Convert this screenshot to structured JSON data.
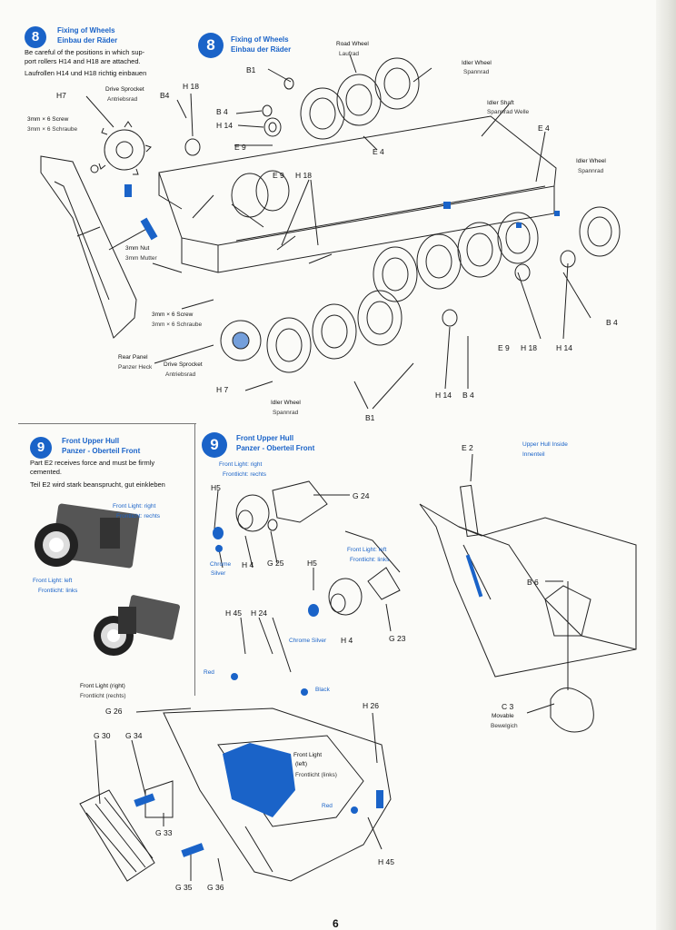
{
  "step8": {
    "number": "8",
    "title_en": "Fixing of Wheels",
    "title_de": "Einbau der Räder",
    "instr_en_1": "Be careful of the positions in which sup-",
    "instr_en_2": "port rollers H14 and H18 are attached.",
    "instr_de": "Laufrollen H14 und H18 richtig einbauen",
    "diagram_badge": "8",
    "diagram_title_en": "Fixing of Wheels",
    "diagram_title_de": "Einbau der Räder",
    "labels": {
      "road_wheel_en": "Road Wheel",
      "road_wheel_de": "Laufrad",
      "idler_wheel_en_top": "Idler Wheel",
      "idler_wheel_de_top": "Spannrad",
      "idler_shaft_en": "Idler Shaft",
      "idler_shaft_de": "Spannrad Welle",
      "idler_wheel_en_right": "Idler Wheel",
      "idler_wheel_de_right": "Spannrad",
      "drive_sprocket_en_top": "Drive Sprocket",
      "drive_sprocket_de_top": "Antriebsrad",
      "screw_en_top": "3mm × 6 Screw",
      "screw_de_top": "3mm × 6 Schraube",
      "nut_en": "3mm Nut",
      "nut_de": "3mm Mutter",
      "screw_en_bottom": "3mm × 6 Screw",
      "screw_de_bottom": "3mm × 6 Schraube",
      "rear_panel_en": "Rear Panel",
      "rear_panel_de": "Panzer Heck",
      "drive_sprocket_en_bottom": "Drive Sprocket",
      "drive_sprocket_de_bottom": "Antriebsrad",
      "idler_wheel_en_bottom": "Idler Wheel",
      "idler_wheel_de_bottom": "Spannrad"
    },
    "parts": {
      "h7_top": "H7",
      "b4_top": "B4",
      "h18_top": "H 18",
      "b1_top": "B1",
      "b4_mid": "B 4",
      "h14_mid": "H 14",
      "e9_mid": "E 9",
      "e4_mid": "E 4",
      "e4_right": "E 4",
      "e9_center": "E 9",
      "h18_center": "H 18",
      "b4_right": "B 4",
      "e9_right": "E 9",
      "h18_right": "H 18",
      "h14_right": "H 14",
      "h14_bottom": "H 14",
      "b4_bottom": "B 4",
      "b1_bottom": "B1",
      "h7_bottom": "H 7"
    }
  },
  "step9": {
    "number": "9",
    "title_en": "Front Upper Hull",
    "title_de": "Panzer - Oberteil Front",
    "instr_en_1": "Part E2 receives force and must be firmly",
    "instr_en_2": "cemented.",
    "instr_de": "Teil E2 wird stark beansprucht, gut einkleben",
    "fl_right_en": "Front Light: right",
    "fl_right_de": "Frontlicht: rechts",
    "fl_left_en": "Front Light: left",
    "fl_left_de": "Frontlicht: links",
    "diagram_badge": "9",
    "diagram_title_en": "Front Upper Hull",
    "diagram_title_de": "Panzer - Oberteil Front",
    "d_fl_right_en": "Front Light: right",
    "d_fl_right_de": "Frontlicht: rechts",
    "d_fl_left_en": "Front Light: left",
    "d_fl_left_de": "Frontlicht: links",
    "upper_hull_en": "Upper Hull Inside",
    "upper_hull_de": "Innenteil",
    "chrome_silver_1": "Chrome",
    "chrome_silver_2": "Silver",
    "chrome_silver_b": "Chrome Silver",
    "red_1": "Red",
    "red_2": "Red",
    "black": "Black",
    "fl_right_detail_en": "Front Light (right)",
    "fl_right_detail_de": "Frontlicht (rechts)",
    "fl_left_detail_en": "Front Light",
    "fl_left_detail_en2": "(left)",
    "fl_left_detail_de": "Frontlicht (links)",
    "movable_en": "Movable",
    "movable_de": "Bewelgich",
    "parts": {
      "h5_a": "H5",
      "g24": "G 24",
      "h4_a": "H 4",
      "g25": "G 25",
      "h5_b": "H5",
      "h4_b": "H 4",
      "g23": "G 23",
      "h45_top": "H 45",
      "h24": "H 24",
      "g26": "G 26",
      "g30": "G 30",
      "g34": "G 34",
      "g33": "G 33",
      "g35": "G 35",
      "g36": "G 36",
      "h26": "H 26",
      "h45_bottom": "H 45",
      "e2": "E 2",
      "b6": "B 6",
      "c3": "C 3"
    }
  },
  "page_number": "6",
  "colors": {
    "accent": "#1a63c8",
    "ink": "#111111",
    "paper": "#fbfbf8"
  }
}
